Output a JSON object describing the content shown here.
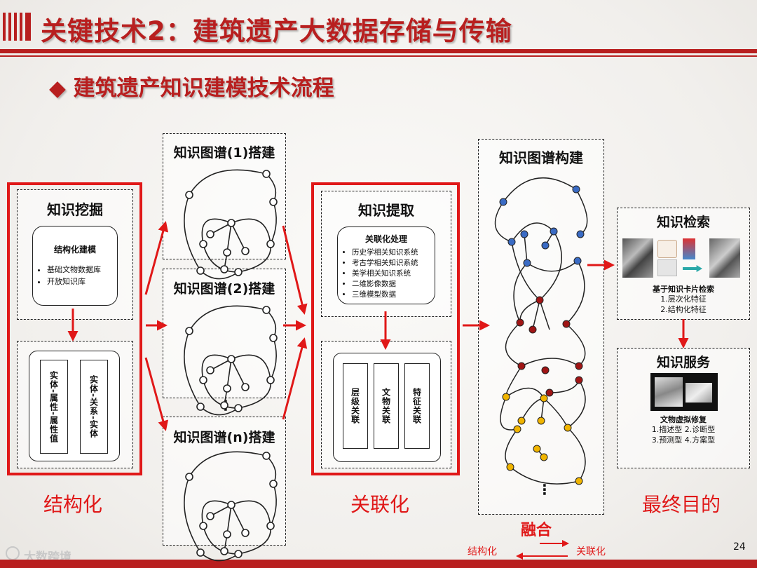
{
  "slide": {
    "title": "关键技术2：建筑遗产大数据存储与传输",
    "subtitle": "◆ 建筑遗产知识建模技术流程",
    "page_number": "24",
    "watermark": "大数跨境"
  },
  "mining": {
    "header": "知识挖掘",
    "structured": {
      "title": "结构化建模",
      "items": [
        "基础文物数据库",
        "开放知识库"
      ]
    },
    "columns": [
      "实体-属性-属性值",
      "实体-关系-实体"
    ],
    "label": "结构化"
  },
  "graphs": {
    "items": [
      "知识图谱(1)搭建",
      "知识图谱(2)搭建",
      "知识图谱(n)搭建"
    ],
    "ellipsis": "⋮"
  },
  "extraction": {
    "header": "知识提取",
    "association": {
      "title": "关联化处理",
      "items": [
        "历史学相关知识系统",
        "考古学相关知识系统",
        "美学相关知识系统",
        "二维影像数据",
        "三维模型数据"
      ]
    },
    "columns": [
      "层级关联",
      "文物关联",
      "特征关联"
    ],
    "label": "关联化"
  },
  "construction": {
    "header": "知识图谱构建",
    "ellipsis": "⋮",
    "fusion_label": "融合",
    "legend_left": "结构化",
    "legend_right": "关联化",
    "colors": {
      "blue": "#3a6bc4",
      "red": "#a01515",
      "yellow": "#f0b400"
    }
  },
  "retrieval": {
    "header": "知识检索",
    "caption": "基于知识卡片检索",
    "features": [
      "1.层次化特征",
      "2.结构化特征"
    ]
  },
  "service": {
    "header": "知识服务",
    "caption": "文物虚拟修复",
    "types_line1": "1.描述型  2.诊断型",
    "types_line2": "3.预测型  4.方案型"
  },
  "final_label": "最终目的",
  "accent_color": "#e01818"
}
